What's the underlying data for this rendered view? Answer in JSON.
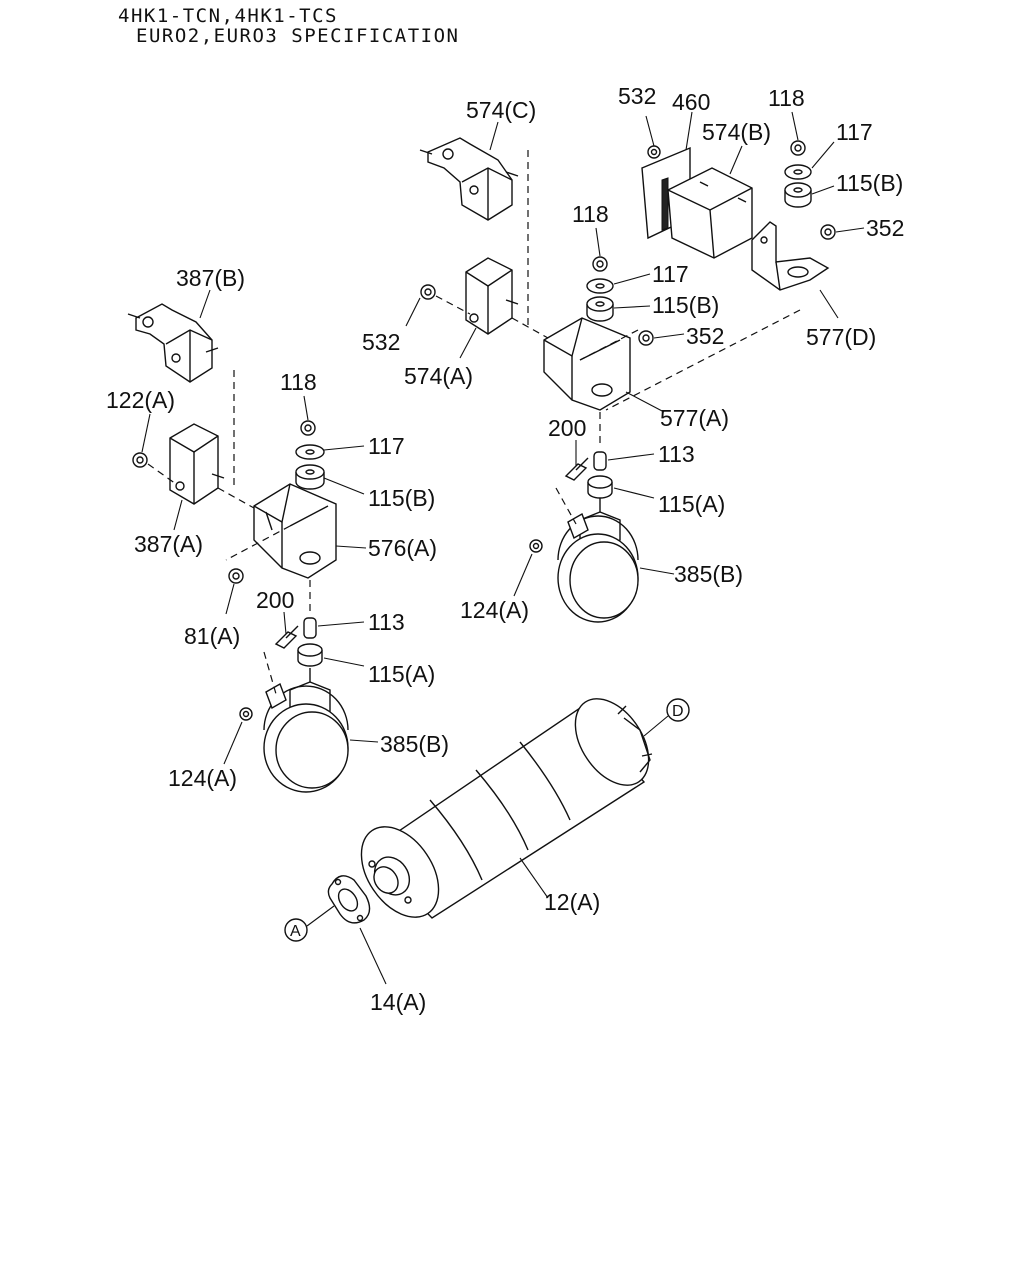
{
  "title": {
    "line1": "4HK1-TCN,4HK1-TCS",
    "line2": "EURO2,EURO3 SPECIFICATION"
  },
  "reference_markers": {
    "a": "A",
    "d": "D"
  },
  "callouts": {
    "c574c": "574(C)",
    "c532_top": "532",
    "c460": "460",
    "c574b": "574(B)",
    "c118_top": "118",
    "c117_top": "117",
    "c115b_top": "115(B)",
    "c352_top": "352",
    "c387b": "387(B)",
    "c118_mid": "118",
    "c117_mid": "117",
    "c115b_mid": "115(B)",
    "c532_mid": "532",
    "c352_mid": "352",
    "c574a": "574(A)",
    "c577d": "577(D)",
    "c577a": "577(A)",
    "c122a": "122(A)",
    "c118_left": "118",
    "c117_left": "117",
    "c115b_left": "115(B)",
    "c387a": "387(A)",
    "c576a": "576(A)",
    "c200_right": "200",
    "c113_right": "113",
    "c115a_right": "115(A)",
    "c385b_right": "385(B)",
    "c124a_right": "124(A)",
    "c81a": "81(A)",
    "c200_left": "200",
    "c113_left": "113",
    "c115a_left": "115(A)",
    "c385b_left": "385(B)",
    "c124a_left": "124(A)",
    "c12a": "12(A)",
    "c14a": "14(A)"
  }
}
